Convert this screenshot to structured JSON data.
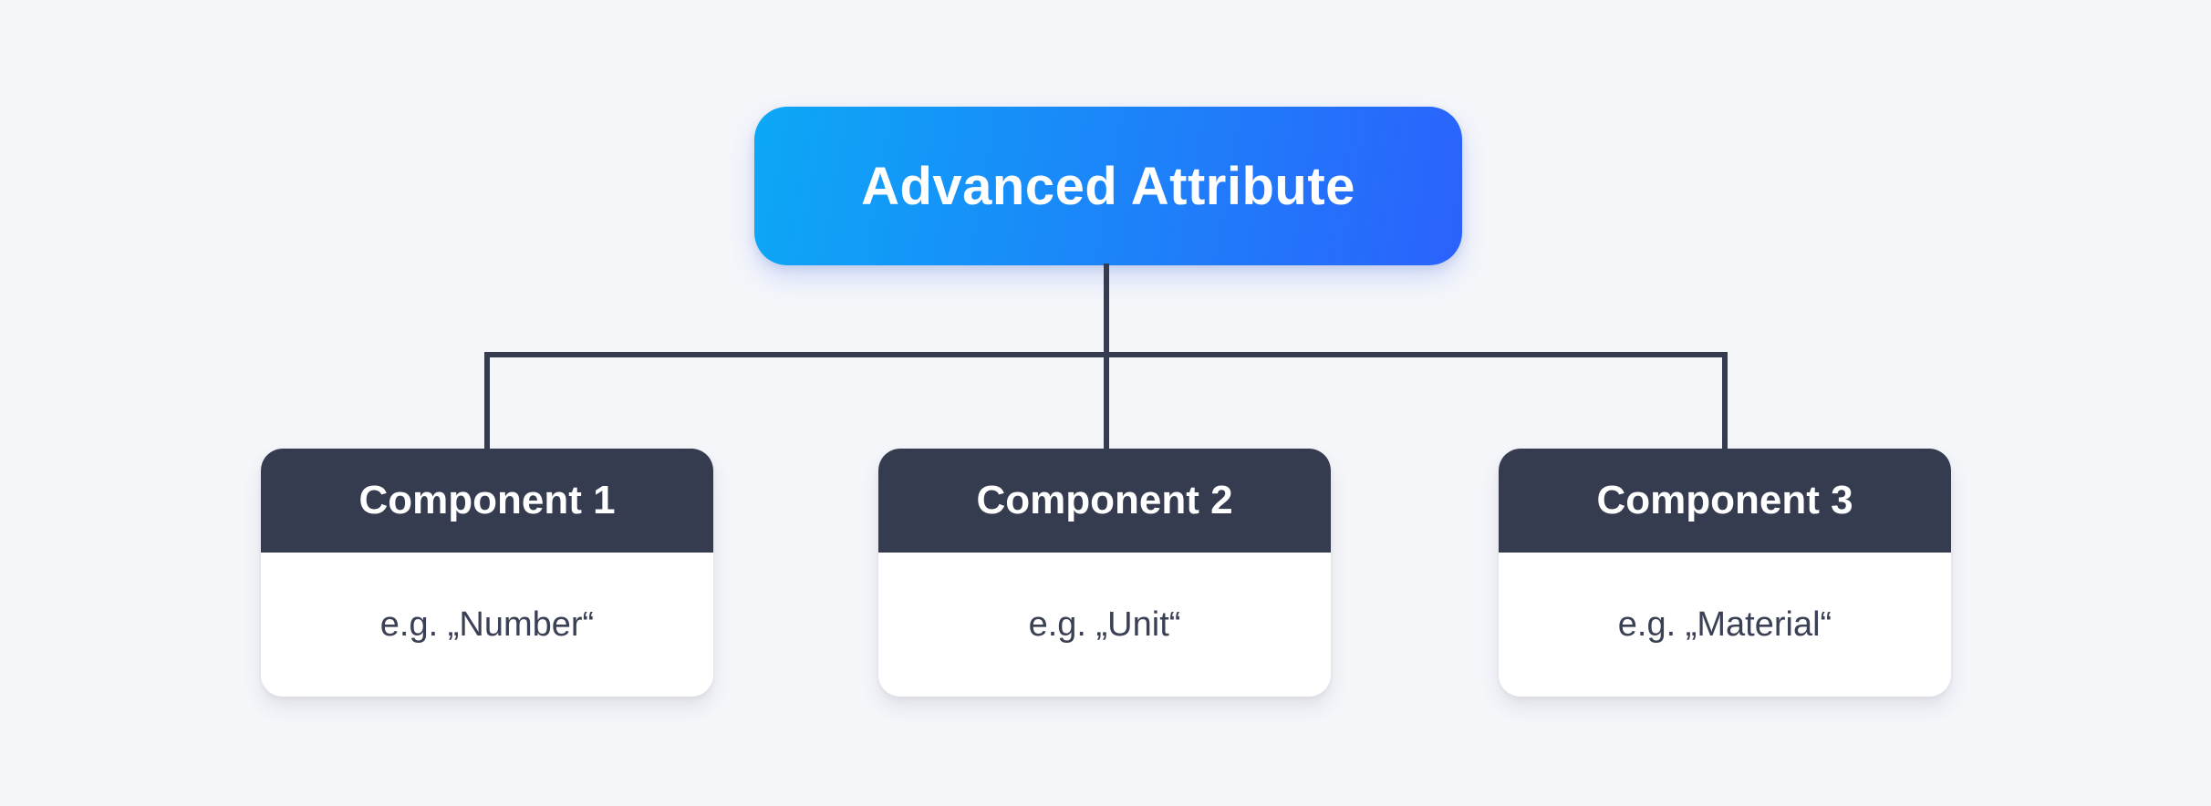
{
  "diagram": {
    "root": {
      "label": "Advanced Attribute"
    },
    "components": [
      {
        "title": "Component 1",
        "example": "e.g. „Number“"
      },
      {
        "title": "Component 2",
        "example": "e.g. „Unit“"
      },
      {
        "title": "Component 3",
        "example": "e.g. „Material“"
      }
    ],
    "colors": {
      "background": "#F5F6FA",
      "root_gradient_start": "#0CA8F6",
      "root_gradient_end": "#2B62FC",
      "node_header": "#363C50",
      "connector_line": "#363C50",
      "card_background": "#FFFFFF",
      "body_text": "#3A4154",
      "root_label_text": "#FFFFFF",
      "header_label_text": "#FFFFFF"
    }
  }
}
